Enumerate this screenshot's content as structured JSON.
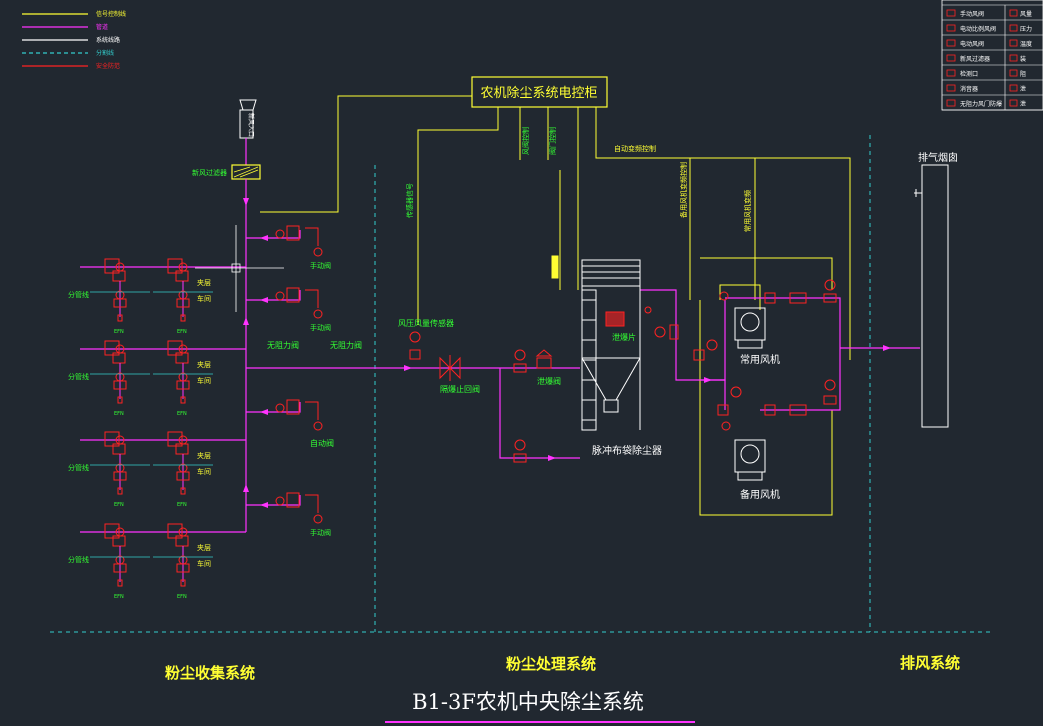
{
  "title": "B1-3F农机中央除尘系统",
  "legend_lines": [
    {
      "label": "信号控制线",
      "color": "#ffff33"
    },
    {
      "label": "管道",
      "color": "#ff33ff"
    },
    {
      "label": "系统线路",
      "color": "#ffffff"
    },
    {
      "label": "分割线",
      "color": "#33cccc"
    },
    {
      "label": "安全防范",
      "color": "#ff2222"
    }
  ],
  "symbol_legend": {
    "rows": [
      [
        "手动风阀",
        "风量"
      ],
      [
        "电动比例风阀",
        "压力"
      ],
      [
        "电动风阀",
        "温度"
      ],
      [
        "新风过滤器",
        "装"
      ],
      [
        "检测口",
        "阻"
      ],
      [
        "消音器",
        "泄"
      ],
      [
        "无阻力风门防爆",
        "泄"
      ]
    ]
  },
  "labels": {
    "control_cabinet": "农机除尘系统电控柜",
    "fresh_air_filter": "新风过滤器",
    "manual_valve": "手动阀",
    "auto_valve": "自动阀",
    "distribution_line": "分管线",
    "interlayer": "夹层",
    "workshop": "车间",
    "no_resistance_1": "无阻力阀",
    "no_resistance_2": "无阻力阀",
    "pressure_sensor": "风压风量传感器",
    "explosion_valve": "隔爆止回阀",
    "rupture_disc": "泄爆片",
    "bleed_valve": "泄爆阀",
    "filter": "脉冲布袋除尘器",
    "fan_main": "常用风机",
    "fan_backup": "备用风机",
    "exhaust_stack": "排气烟囱",
    "auto_freq_control": "自动变频控制",
    "fan_freq_control": "备用风机变频控制",
    "main_fan_freq": "常用风机变频",
    "valve_control_1": "风阀控制",
    "valve_control_2": "阀门控制",
    "sensor_signal": "传感器信号",
    "collect_system": "粉尘收集系统",
    "process_system": "粉尘处理系统",
    "exhaust_system": "排风系统",
    "inlet": "新风入口",
    "branch_tag": "EFN"
  },
  "colors": {
    "background": "#212830",
    "duct": "#ff33ff",
    "signal": "#ffff33",
    "valve": "#ff2222",
    "text_green": "#33ff33",
    "text_yellow": "#ffff33",
    "divider": "#33cccc",
    "title": "#ffffff"
  }
}
